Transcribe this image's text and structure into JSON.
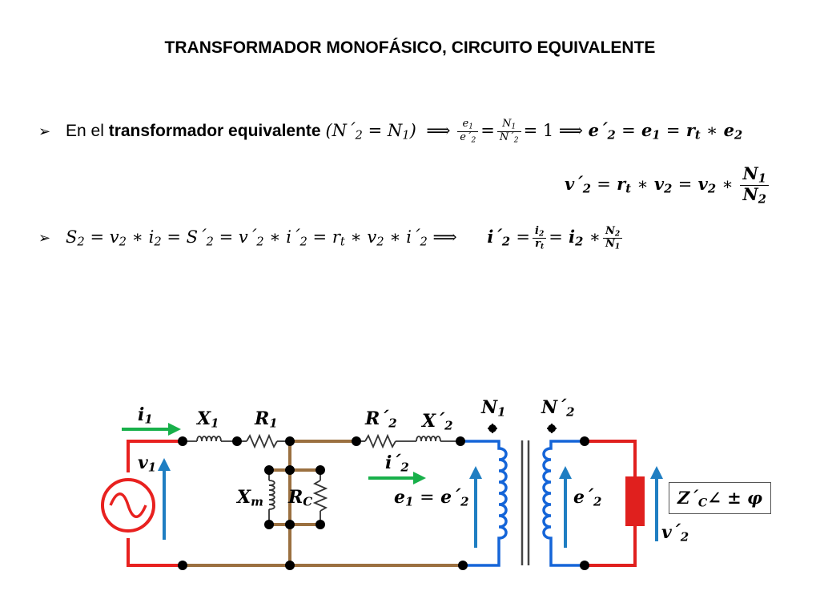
{
  "title": "TRANSFORMADOR MONOFÁSICO, CIRCUITO EQUIVALENTE",
  "bullet1": {
    "prefix": "En el ",
    "bold": "transformador equivalente",
    "condition": "(N´2 = N1)",
    "ratio": "e1/e´2 = N1/N´2 = 1",
    "result": "e´2 = e1 = rt ∗ e2"
  },
  "line2": "v´2 = rt ∗ v2 = v2 ∗ N1/N2",
  "bullet2": {
    "power": "S2 = v2 ∗ i2 = S´2 = v´2 ∗ i´2 = rt ∗ v2 ∗ i´2",
    "result": "i´2 = i2/rt = i2 ∗ N2/N1"
  },
  "circuit": {
    "i1": "i1",
    "v1": "v1",
    "X1": "X1",
    "R1": "R1",
    "R2p": "R´2",
    "X2p": "X´2",
    "i2p": "i´2",
    "Xm": "Xm",
    "RC": "RC",
    "N1": "N1",
    "N2p": "N´2",
    "e1e2p": "e1 = e´2",
    "e2p": "e´2",
    "v2p": "v´2",
    "ZC": "Z´C∠ ± φ"
  },
  "colors": {
    "source_wire": "#e8211f",
    "branch_wire": "#9b7040",
    "coil": "#1565d8",
    "arrow_blue": "#1f7ec2",
    "arrow_green": "#18b04a",
    "load": "#e0201e"
  }
}
